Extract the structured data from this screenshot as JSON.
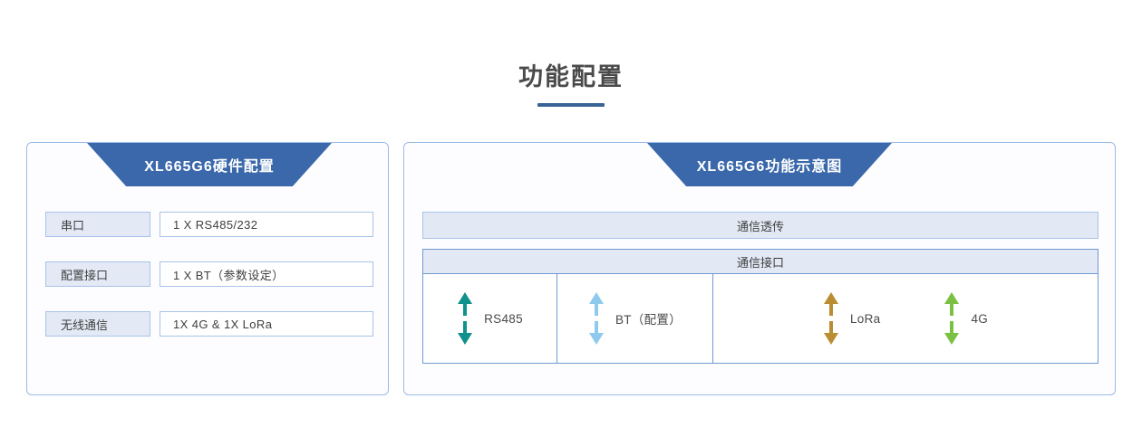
{
  "page": {
    "title": "功能配置",
    "accent_color": "#3a6395",
    "banner_color": "#3a68ab",
    "panel_border_color": "#9cbbe8",
    "background": "#ffffff"
  },
  "left_panel": {
    "banner_title": "XL665G6硬件配置",
    "rows": [
      {
        "key": "串口",
        "value": "1 X RS485/232"
      },
      {
        "key": "配置接口",
        "value": "1 X BT（参数设定）"
      },
      {
        "key": "无线通信",
        "value": "1X 4G & 1X LoRa"
      }
    ]
  },
  "right_panel": {
    "banner_title": "XL665G6功能示意图",
    "transparent_bar": "通信透传",
    "interface_bar": "通信接口",
    "ports": [
      {
        "label": "RS485",
        "arrow_color": "#10918c",
        "icon": "double-arrow-icon"
      },
      {
        "label": "BT（配置）",
        "arrow_color": "#8ec9ee",
        "icon": "double-arrow-icon"
      },
      {
        "label": "LoRa",
        "arrow_color": "#bb8d33",
        "icon": "double-arrow-icon"
      },
      {
        "label": "4G",
        "arrow_color": "#7ac143",
        "icon": "double-arrow-icon"
      }
    ]
  }
}
